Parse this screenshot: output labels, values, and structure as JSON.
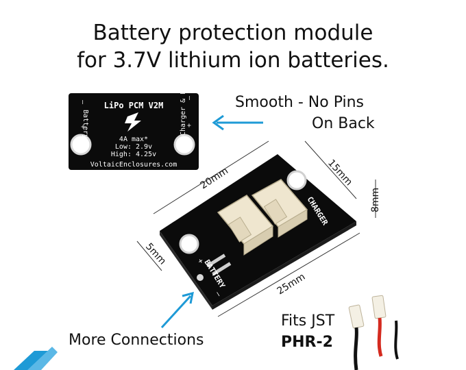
{
  "title": {
    "line1": "Battery protection module",
    "line2": "for 3.7V lithium ion batteries."
  },
  "callouts": {
    "smooth_line1": "Smooth - No Pins",
    "smooth_line2": "On Back",
    "more_connections": "More Connections",
    "fits_line1": "Fits JST",
    "fits_line2": "PHR-2"
  },
  "back_board": {
    "title": "LiPo PCM V2M",
    "left_label": "Battery",
    "right_label": "Charger & Load",
    "spec_line1": "4A max*",
    "spec_line2": "Low: 2.9v",
    "spec_line3": "High: 4.25v",
    "brand": "VoltaicEnclosures.com",
    "minus": "–",
    "plus": "+"
  },
  "front_board": {
    "charger_label": "CHARGER",
    "battery_label": "BATTERY"
  },
  "dimensions": {
    "top": "20mm",
    "right_edge": "15mm",
    "height": "8mm",
    "left_edge": "5mm",
    "bottom": "25mm"
  },
  "colors": {
    "arrow": "#1e9ad6",
    "board": "#0b0b0b",
    "connector": "#efe6cf",
    "wire_red": "#d42a1f"
  }
}
